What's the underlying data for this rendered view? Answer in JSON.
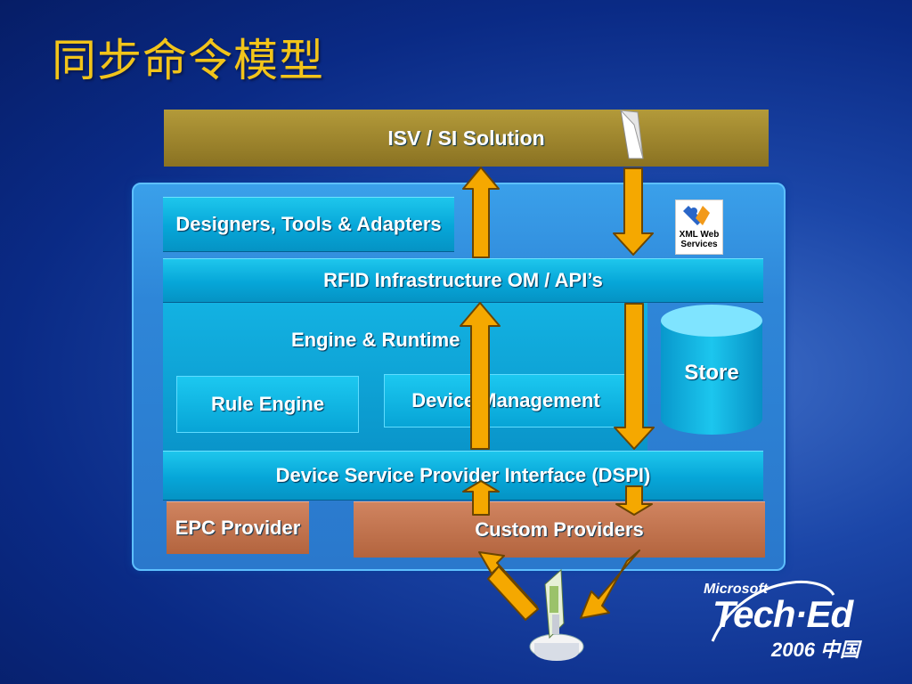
{
  "title": "同步命令模型",
  "diagram": {
    "isv": "ISV / SI Solution",
    "designers": "Designers, Tools & Adapters",
    "rfid": "RFID Infrastructure OM / API’s",
    "engine": "Engine & Runtime",
    "rule_engine": "Rule Engine",
    "device_mgmt": "Device Management",
    "store": "Store",
    "dspi": "Device Service Provider Interface (DSPI)",
    "epc": "EPC Provider",
    "custom": "Custom Providers",
    "xml_badge": "XML Web Services"
  },
  "logo": {
    "microsoft": "Microsoft",
    "teched": "Tech·Ed",
    "year": "2006 中国"
  },
  "colors": {
    "title": "#f2c41a",
    "arrow_fill": "#f5a800",
    "isv_bar": "#a48a30",
    "cyan_box": "#0aa8dc",
    "provider_box": "#c27550"
  },
  "icons": [
    "document-icon",
    "xml-web-services-icon",
    "rfid-reader-icon"
  ]
}
